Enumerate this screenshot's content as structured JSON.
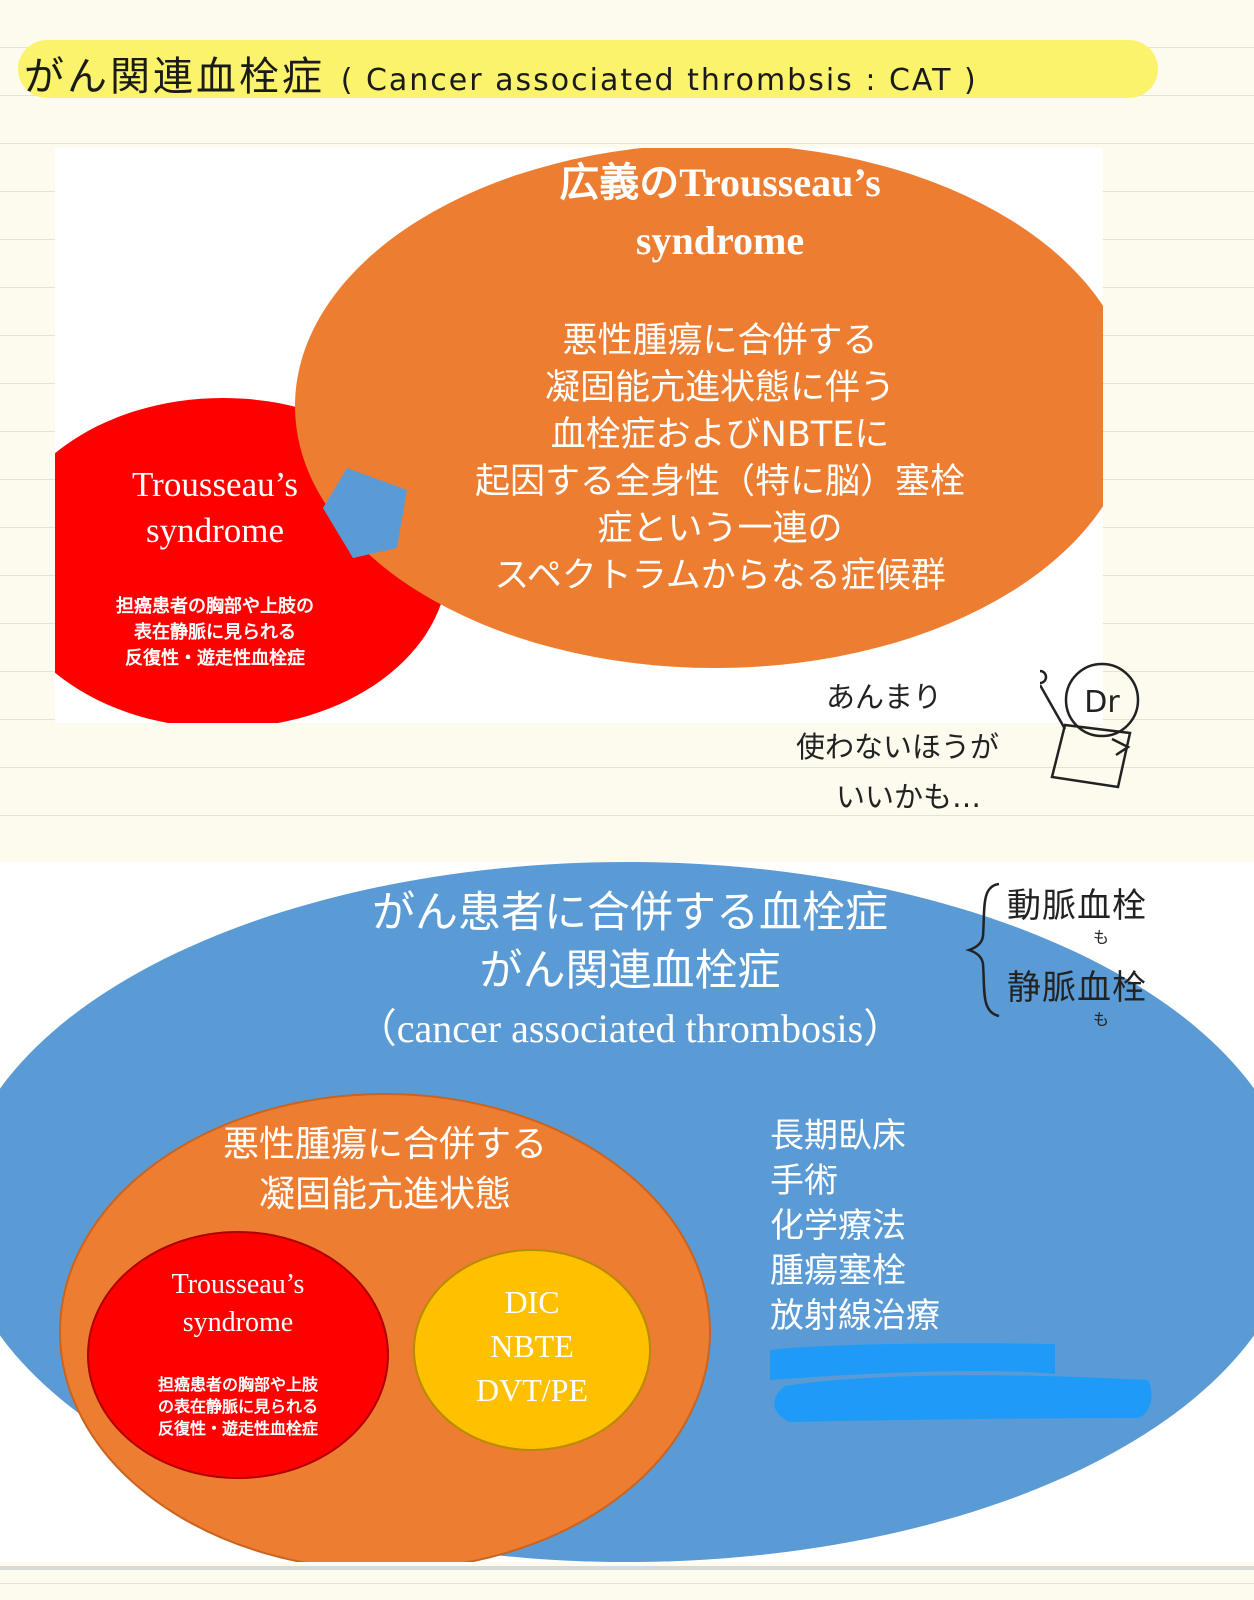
{
  "header": {
    "title_jp": "がん関連血栓症",
    "title_paren": "( Cancer associated thrombsis : CAT )"
  },
  "slide_top": {
    "broad_title_line1": "広義のTrousseau’s",
    "broad_title_line2": "syndrome",
    "broad_desc": [
      "悪性腫瘍に合併する",
      "凝固能亢進状態に伴う",
      "血栓症およびNBTEに",
      "起因する全身性（特に脳）塞栓",
      "症という一連の",
      "スペクトラムからなる症候群"
    ],
    "narrow_title_line1": "Trousseau’s",
    "narrow_title_line2": "syndrome",
    "narrow_desc": [
      "担癌患者の胸部や上肢の",
      "表在静脈に見られる",
      "反復性・遊走性血栓症"
    ]
  },
  "handwritten_note": {
    "lines": [
      "あんまり",
      "使わないほうが",
      "いいかも…"
    ],
    "avatar_label": "Dr"
  },
  "slide_bottom": {
    "outer_lines": [
      "がん患者に合併する血栓症",
      "がん関連血栓症",
      "（cancer associated thrombosis）"
    ],
    "middle_lines": [
      "悪性腫瘍に合併する",
      "凝固能亢進状態"
    ],
    "inner_title_line1": "Trousseau’s",
    "inner_title_line2": "syndrome",
    "inner_desc": [
      "担癌患者の胸部や上肢",
      "の表在静脈に見られる",
      "反復性・遊走性血栓症"
    ],
    "yellow_items": [
      "DIC",
      "NBTE",
      "DVT/PE"
    ],
    "risk_factors": [
      "長期臥床",
      "手術",
      "化学療法",
      "腫瘍塞栓",
      "放射線治療"
    ]
  },
  "side_note": {
    "line1": "動脈血栓",
    "mark1": "も",
    "line2": "静脈血栓",
    "mark2": "も"
  },
  "colors": {
    "orange": "#ed7d31",
    "red": "#ff0000",
    "blue_arrow": "#5b9bd5",
    "blue_ellipse": "#5b9bd5",
    "yellow": "#ffc000",
    "highlight": "#fbf36c",
    "scribble": "#1f9bf7"
  }
}
